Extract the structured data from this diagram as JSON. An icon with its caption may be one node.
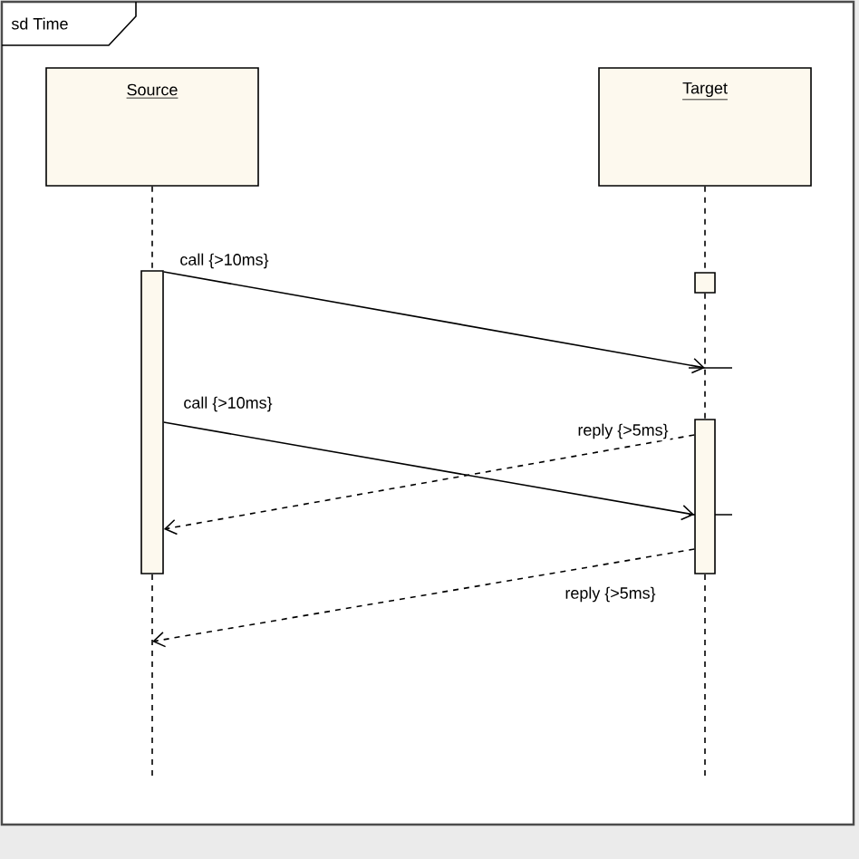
{
  "diagram": {
    "nodes": [
      {
        "text": [
          "sd Time"
        ]
      },
      {
        "text": [
          "Source"
        ],
        "in": 0
      },
      {
        "text": [
          "Target"
        ],
        "in": 0
      },
      {
        "text": [],
        "shape": "bar",
        "in": 0
      },
      {
        "text": [],
        "shape": "box",
        "in": 0
      },
      {
        "text": [],
        "shape": "bar",
        "in": 0
      }
    ],
    "edges": [
      {
        "from": 1,
        "to": 3,
        "arrow": "none",
        "style": "dashed"
      },
      {
        "from": 2,
        "to": 4,
        "arrow": "none",
        "style": "dashed"
      },
      {
        "from": 4,
        "to": 5,
        "arrow": "none",
        "style": "dashed"
      },
      {
        "from": 3,
        "to": null,
        "arrow": "to",
        "label": "call {>10ms}"
      },
      {
        "from": 3,
        "to": 5,
        "arrow": "to",
        "label": "call {>10ms}"
      },
      {
        "from": 5,
        "to": 3,
        "arrow": "to",
        "label": "reply {>5ms}",
        "style": "dashed"
      },
      {
        "from": 5,
        "to": null,
        "arrow": "to",
        "label": "reply {>5ms}",
        "style": "dashed"
      }
    ]
  }
}
